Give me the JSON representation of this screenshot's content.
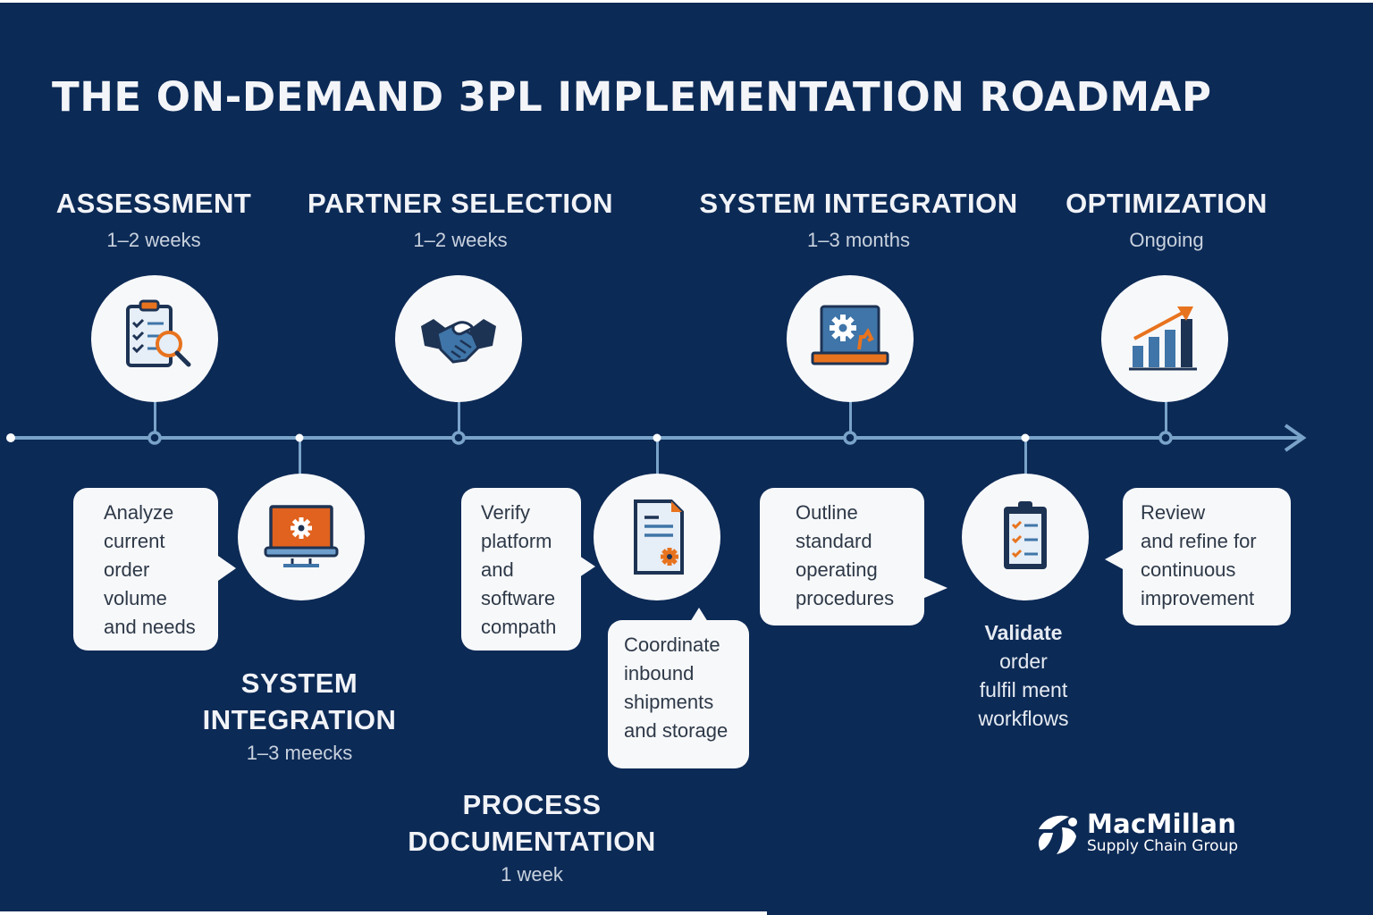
{
  "title": "THE ON-DEMAND 3PL IMPLEMENTATION ROADMAP",
  "colors": {
    "background": "#0c2a56",
    "timeline": "#7aa3c9",
    "accent_orange": "#e8731e",
    "accent_blue": "#3f75a8",
    "card": "#f7f8fa",
    "text_light": "#f1f3f7",
    "text_dark": "#2e3948"
  },
  "top_phases": [
    {
      "name": "ASSESSMENT",
      "duration": "1–2 weeks",
      "icon": "clipboard-magnifier-icon"
    },
    {
      "name": "PARTNER SELECTION",
      "duration": "1–2 weeks",
      "icon": "handshake-icon"
    },
    {
      "name": "SYSTEM INTEGRATION",
      "duration": "1–3 months",
      "icon": "laptop-gear-icon"
    },
    {
      "name": "OPTIMIZATION",
      "duration": "Ongoing",
      "icon": "growth-chart-icon"
    }
  ],
  "bottom_phases": [
    {
      "name_line1": "SYSTEM",
      "name_line2": "INTEGRATION",
      "duration": "1–3 meecks",
      "icon": "monitor-gear-icon"
    },
    {
      "name_line1": "PROCESS",
      "name_line2": "DOCUMENTATION",
      "duration": "1 week",
      "icon": "document-gear-icon"
    }
  ],
  "bubbles": {
    "analyze": [
      "Analyze",
      "current",
      "order",
      "volume",
      "and needs"
    ],
    "verify": [
      "Verify",
      "platform",
      "and",
      "software",
      "compath"
    ],
    "coordinate": [
      "Coordinate",
      "inbound",
      "shipments",
      "and storage"
    ],
    "outline": [
      "Outline",
      "standard",
      "operating",
      "procedures"
    ],
    "review": [
      "Review",
      "and refine for",
      "continuous",
      "improvement"
    ]
  },
  "validate_caption": [
    "Validate",
    "order",
    "fulfil ment",
    "workflows"
  ],
  "clipboard_check_icon": "clipboard-checklist-icon",
  "logo": {
    "brand": "MacMillan",
    "subtitle": "Supply Chain Group"
  }
}
